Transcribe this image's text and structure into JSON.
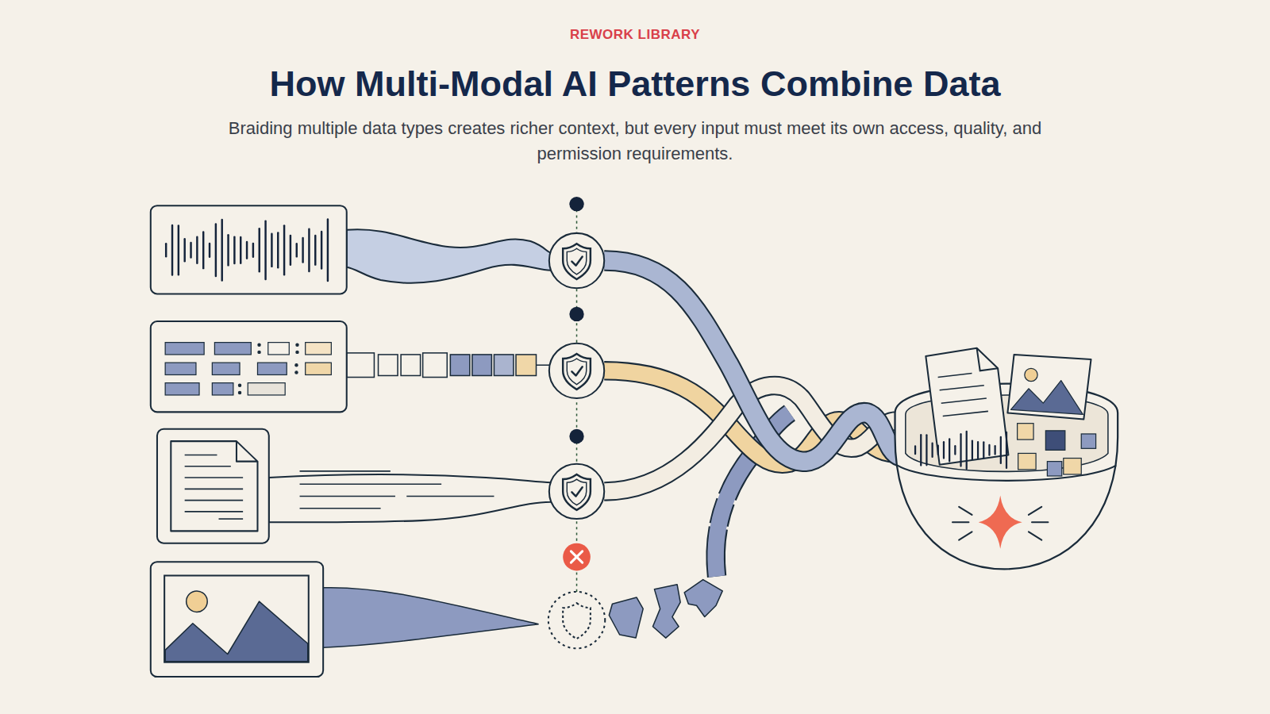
{
  "diagram": {
    "title": "How Multi-Modal AI Patterns Combine Data",
    "caption": "Braiding multiple data types creates richer context, but every input must meet its own access, quality, and permission requirements.",
    "labels": [
      "REWORK LIBRARY"
    ]
  }
}
